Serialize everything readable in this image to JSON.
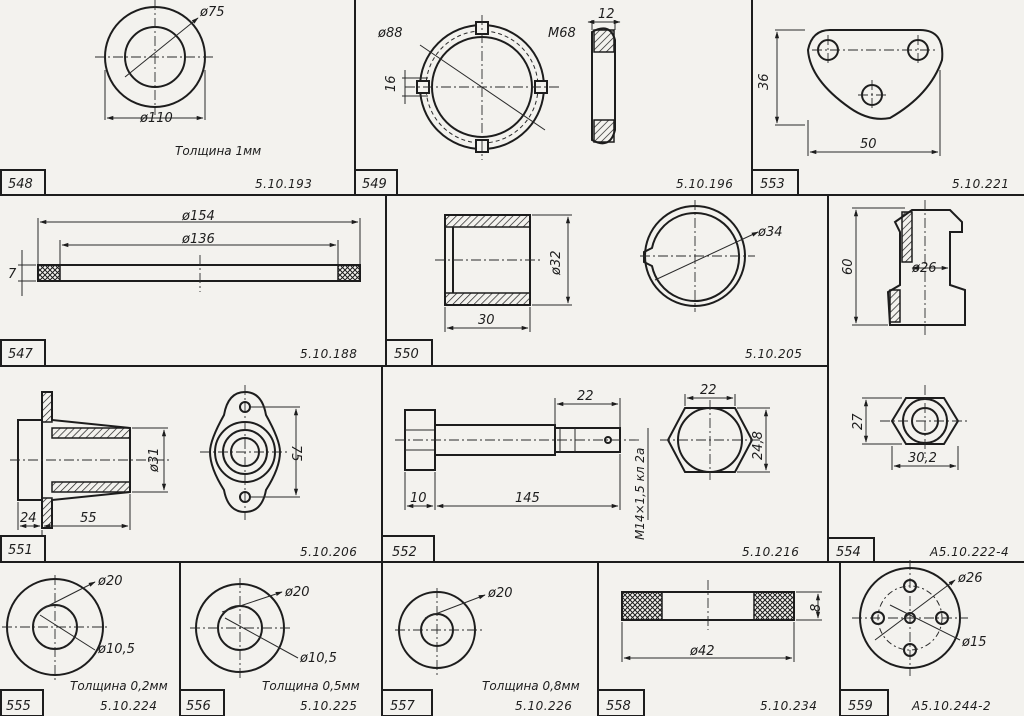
{
  "panels": {
    "p548": {
      "num": "548",
      "code": "5.10.193",
      "d_outer": "ø110",
      "d_inner": "ø75",
      "note": "Толщина 1мм"
    },
    "p549": {
      "num": "549",
      "code": "5.10.196",
      "d1": "ø88",
      "thread": "M68",
      "w": "12",
      "h": "16"
    },
    "p553": {
      "num": "553",
      "code": "5.10.221",
      "h": "36",
      "w": "50"
    },
    "p547": {
      "num": "547",
      "code": "5.10.188",
      "d_outer": "ø154",
      "d_inner": "ø136",
      "t": "7"
    },
    "p550": {
      "num": "550",
      "code": "5.10.205",
      "d1": "ø32",
      "len": "30",
      "d2": "ø34"
    },
    "p554": {
      "num": "554",
      "code": "А5.10.222-4",
      "h": "60",
      "d": "ø26",
      "h2": "27",
      "w2": "30,2"
    },
    "p551": {
      "num": "551",
      "code": "5.10.206",
      "d": "ø31",
      "a": "24",
      "b": "55",
      "h": "75"
    },
    "p552": {
      "num": "552",
      "code": "5.10.216",
      "head": "10",
      "len": "145",
      "thread": "M14×1,5 кл 2а",
      "a": "22",
      "b": "22",
      "c": "24,8"
    },
    "p555": {
      "num": "555",
      "code": "5.10.224",
      "d_outer": "ø20",
      "d_inner": "ø10,5",
      "note": "Толщина 0,2мм"
    },
    "p556": {
      "num": "556",
      "code": "5.10.225",
      "d_outer": "ø20",
      "d_inner": "ø10,5",
      "note": "Толщина 0,5мм"
    },
    "p557": {
      "num": "557",
      "code": "5.10.226",
      "d_outer": "ø20",
      "note": "Толщина 0,8мм"
    },
    "p558": {
      "num": "558",
      "code": "5.10.234",
      "d": "ø42",
      "h": "8"
    },
    "p559": {
      "num": "559",
      "code": "А5.10.244-2",
      "d_outer": "ø26",
      "d_inner": "ø15"
    }
  }
}
